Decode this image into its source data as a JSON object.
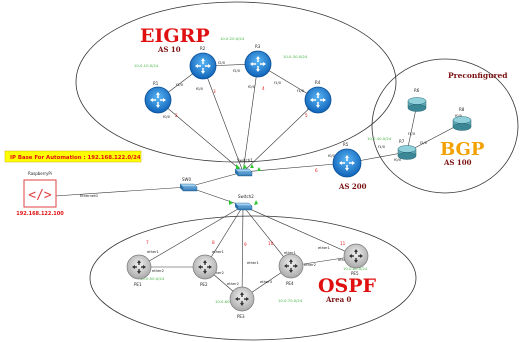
{
  "eigrp": {
    "title": "EIGRP",
    "as_label": "AS 10"
  },
  "ospf": {
    "title": "OSPF",
    "area_label": "Area 0"
  },
  "bgp": {
    "title": "BGP",
    "as_label": "AS 100",
    "area_note": "Preconfigured"
  },
  "core": {
    "as_label": "AS 200"
  },
  "ip_base": {
    "text": "IP Base For Automation : 192.168.122.0/24"
  },
  "automation_host": {
    "ip": "192.168.122.100"
  },
  "colors": {
    "red": "#e01010",
    "orange": "#f2a100",
    "router_blue": "#1a7fd6",
    "ospf_gray": "#bfbfbf",
    "ip_box_yellow": "#ffff00"
  }
}
